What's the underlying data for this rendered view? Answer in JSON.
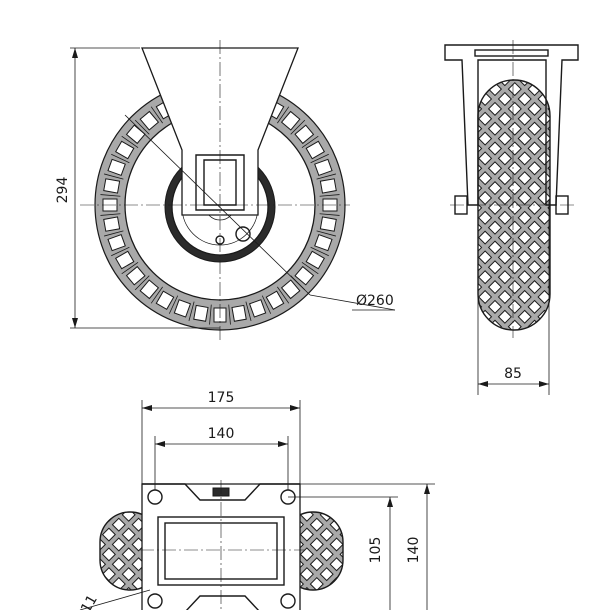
{
  "dimensions": {
    "height_total": "294",
    "wheel_diameter": "Ø260",
    "wheel_width": "85",
    "plate_length": "175",
    "hole_spacing_length": "140",
    "hole_spacing_width": "105",
    "plate_width": "140",
    "hole_size_partial": "11"
  }
}
